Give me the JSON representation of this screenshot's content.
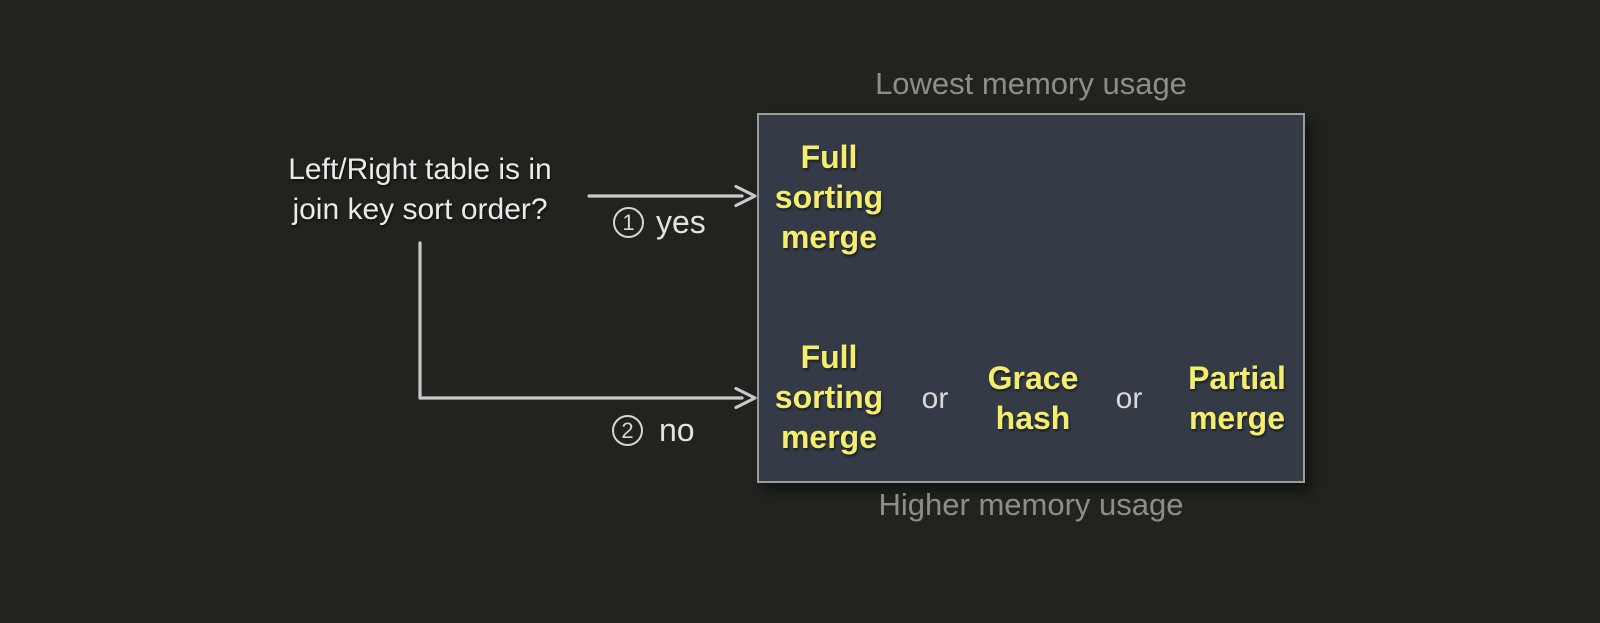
{
  "colors": {
    "background": "#21231e",
    "box_background": "#343a46",
    "box_border": "#9b9b9b",
    "algorithm_yellow": "#f4ee6c",
    "memory_label_gray": "#8d8e8a",
    "question_white": "#eaeae8",
    "arrow_gray": "#c9c9c9",
    "or_gray": "#d9d9d9"
  },
  "question": {
    "text": "Left/Right table is in\njoin key sort order?"
  },
  "branches": {
    "yes": {
      "number": "1",
      "label": "yes"
    },
    "no": {
      "number": "2",
      "label": "no"
    }
  },
  "memory_scale": {
    "top_label": "Lowest memory usage",
    "bottom_label": "Higher memory usage"
  },
  "algorithms": {
    "sorted_case": {
      "algo1": "Full\nsorting\nmerge"
    },
    "unsorted_case": {
      "algo1": "Full\nsorting\nmerge",
      "or1": "or",
      "algo2": "Grace\nhash",
      "or2": "or",
      "algo3": "Partial\nmerge"
    }
  }
}
